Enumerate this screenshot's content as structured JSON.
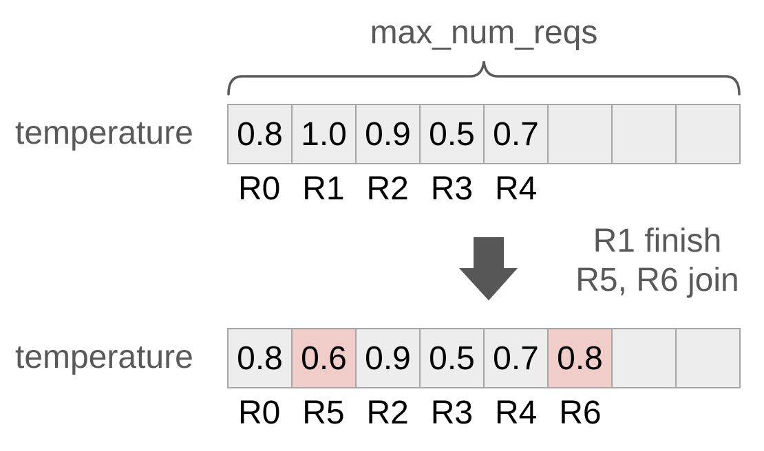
{
  "title": "max_num_reqs",
  "arrays": [
    {
      "row_label": "temperature",
      "cells": [
        {
          "value": "0.8",
          "highlighted": false
        },
        {
          "value": "1.0",
          "highlighted": false
        },
        {
          "value": "0.9",
          "highlighted": false
        },
        {
          "value": "0.5",
          "highlighted": false
        },
        {
          "value": "0.7",
          "highlighted": false
        },
        {
          "value": "",
          "highlighted": false
        },
        {
          "value": "",
          "highlighted": false
        },
        {
          "value": "",
          "highlighted": false
        }
      ],
      "slot_labels": [
        "R0",
        "R1",
        "R2",
        "R3",
        "R4",
        "",
        "",
        ""
      ]
    },
    {
      "row_label": "temperature",
      "cells": [
        {
          "value": "0.8",
          "highlighted": false
        },
        {
          "value": "0.6",
          "highlighted": true
        },
        {
          "value": "0.9",
          "highlighted": false
        },
        {
          "value": "0.5",
          "highlighted": false
        },
        {
          "value": "0.7",
          "highlighted": false
        },
        {
          "value": "0.8",
          "highlighted": true
        },
        {
          "value": "",
          "highlighted": false
        },
        {
          "value": "",
          "highlighted": false
        }
      ],
      "slot_labels": [
        "R0",
        "R5",
        "R2",
        "R3",
        "R4",
        "R6",
        "",
        ""
      ]
    }
  ],
  "transition": {
    "line1": "R1 finish",
    "line2": "R5, R6 join"
  },
  "icons": {
    "span_indicator": "curly-brace-icon",
    "transition_arrow": "down-arrow-icon"
  },
  "colors": {
    "label_gray": "#595959",
    "cell_bg": "#ededed",
    "cell_border": "#a6a6a6",
    "highlight_bg": "#f1cdc9",
    "arrow_gray": "#575757",
    "value_black": "#000000"
  }
}
